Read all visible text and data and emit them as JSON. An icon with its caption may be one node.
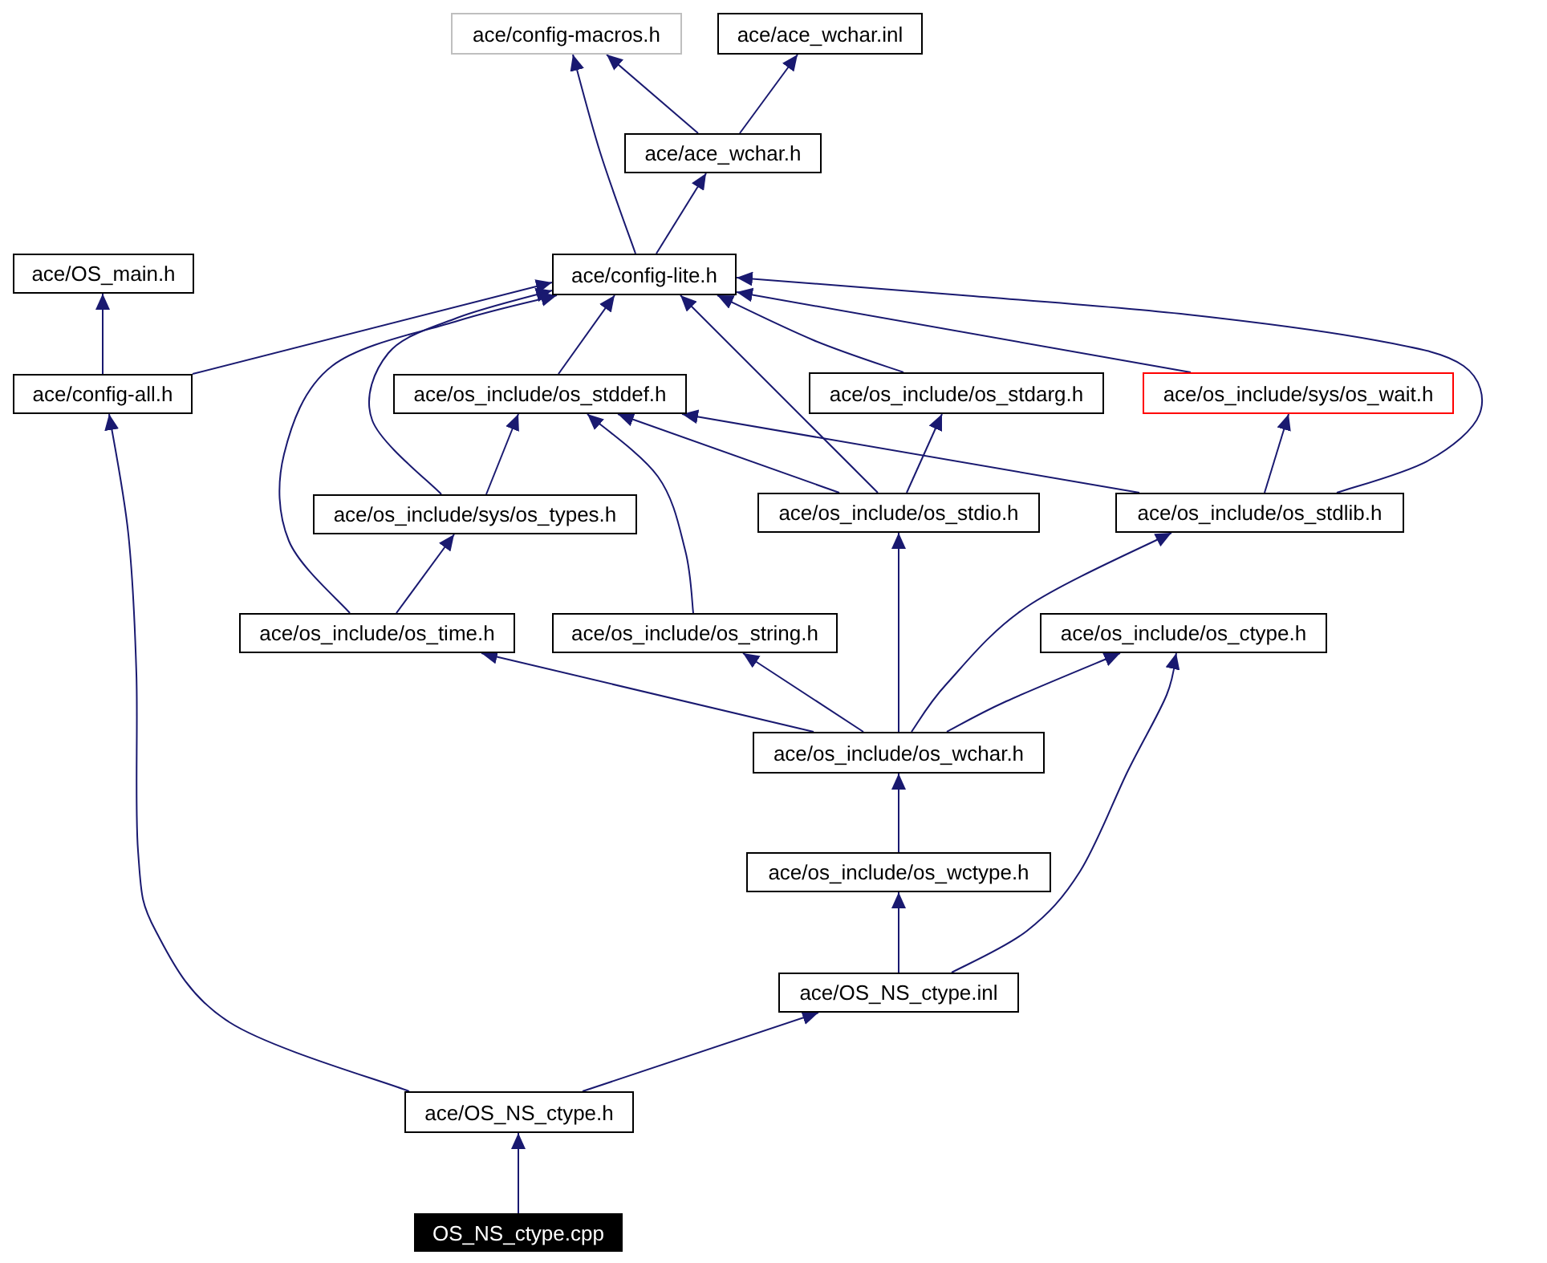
{
  "diagram": {
    "nodes": [
      {
        "text": [
          "ace/config-macros.h"
        ]
      },
      {
        "text": [
          "ace/ace_wchar.inl"
        ]
      },
      {
        "text": [
          "ace/ace_wchar.h"
        ]
      },
      {
        "text": [
          "ace/OS_main.h"
        ]
      },
      {
        "text": [
          "ace/config-lite.h"
        ]
      },
      {
        "text": [
          "ace/config-all.h"
        ]
      },
      {
        "text": [
          "ace/os_include/os_stddef.h"
        ]
      },
      {
        "text": [
          "ace/os_include/os_stdarg.h"
        ]
      },
      {
        "text": [
          "ace/os_include/sys/os_wait.h"
        ]
      },
      {
        "text": [
          "ace/os_include/sys/os_types.h"
        ]
      },
      {
        "text": [
          "ace/os_include/os_stdio.h"
        ]
      },
      {
        "text": [
          "ace/os_include/os_stdlib.h"
        ]
      },
      {
        "text": [
          "ace/os_include/os_time.h"
        ]
      },
      {
        "text": [
          "ace/os_include/os_string.h"
        ]
      },
      {
        "text": [
          "ace/os_include/os_ctype.h"
        ]
      },
      {
        "text": [
          "ace/os_include/os_wchar.h"
        ]
      },
      {
        "text": [
          "ace/os_include/os_wctype.h"
        ]
      },
      {
        "text": [
          "ace/OS_NS_ctype.inl"
        ]
      },
      {
        "text": [
          "ace/OS_NS_ctype.h"
        ]
      },
      {
        "text": [
          "OS_NS_ctype.cpp"
        ]
      }
    ],
    "edges": [
      {
        "from": 2,
        "to": 0,
        "arrow": "to"
      },
      {
        "from": 2,
        "to": 1,
        "arrow": "to"
      },
      {
        "from": 4,
        "to": 0,
        "arrow": "to"
      },
      {
        "from": 4,
        "to": 2,
        "arrow": "to"
      },
      {
        "from": 5,
        "to": 3,
        "arrow": "to"
      },
      {
        "from": 5,
        "to": 4,
        "arrow": "to"
      },
      {
        "from": 6,
        "to": 4,
        "arrow": "to"
      },
      {
        "from": 7,
        "to": 4,
        "arrow": "to"
      },
      {
        "from": 8,
        "to": 4,
        "arrow": "to"
      },
      {
        "from": 9,
        "to": 4,
        "arrow": "to"
      },
      {
        "from": 9,
        "to": 6,
        "arrow": "to"
      },
      {
        "from": 10,
        "to": 4,
        "arrow": "to"
      },
      {
        "from": 10,
        "to": 6,
        "arrow": "to"
      },
      {
        "from": 10,
        "to": 7,
        "arrow": "to"
      },
      {
        "from": 11,
        "to": 4,
        "arrow": "to"
      },
      {
        "from": 11,
        "to": 6,
        "arrow": "to"
      },
      {
        "from": 11,
        "to": 8,
        "arrow": "to"
      },
      {
        "from": 12,
        "to": 4,
        "arrow": "to"
      },
      {
        "from": 12,
        "to": 9,
        "arrow": "to"
      },
      {
        "from": 13,
        "to": 6,
        "arrow": "to"
      },
      {
        "from": 15,
        "to": 12,
        "arrow": "to"
      },
      {
        "from": 15,
        "to": 13,
        "arrow": "to"
      },
      {
        "from": 15,
        "to": 10,
        "arrow": "to"
      },
      {
        "from": 15,
        "to": 11,
        "arrow": "to"
      },
      {
        "from": 15,
        "to": 14,
        "arrow": "to"
      },
      {
        "from": 16,
        "to": 15,
        "arrow": "to"
      },
      {
        "from": 17,
        "to": 16,
        "arrow": "to"
      },
      {
        "from": 17,
        "to": 14,
        "arrow": "to"
      },
      {
        "from": 18,
        "to": 17,
        "arrow": "to"
      },
      {
        "from": 18,
        "to": 5,
        "arrow": "to"
      },
      {
        "from": 19,
        "to": 18,
        "arrow": "to"
      }
    ]
  }
}
